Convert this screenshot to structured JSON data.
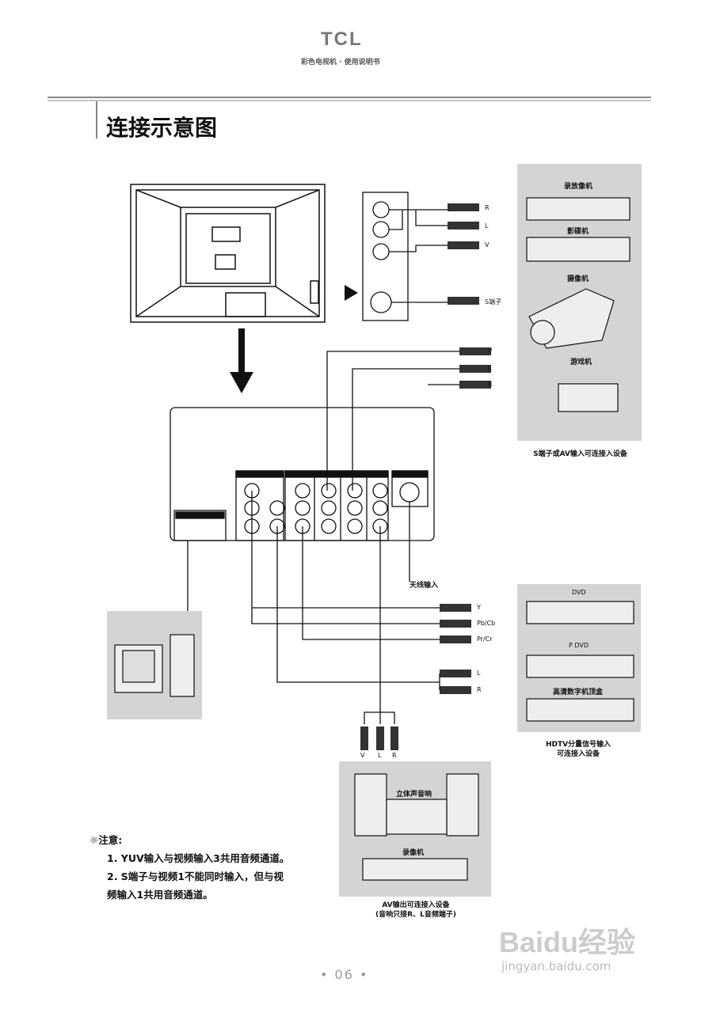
{
  "header": {
    "brand": "TCL",
    "subtitle": "彩色电视机 · 使用说明书"
  },
  "page_title": "连接示意图",
  "side_jacks": {
    "r": "R",
    "l": "L",
    "v": "V",
    "s": "S端子"
  },
  "av_plugs": {
    "v": "V",
    "l": "L",
    "r": "R"
  },
  "antenna_label": "天线输入",
  "component_plugs": {
    "y": "Y",
    "pb": "Pb/Cb",
    "pr": "Pr/Cr",
    "l": "L",
    "r": "R"
  },
  "output_plugs": {
    "v": "V",
    "l": "L",
    "r": "R"
  },
  "group_s_av": {
    "devices": [
      "录放像机",
      "影碟机",
      "摄像机",
      "游戏机"
    ],
    "caption": "S端子或AV输入可连接入设备"
  },
  "group_hdtv": {
    "devices": [
      "DVD",
      "P DVD",
      "高清数字机顶盒"
    ],
    "caption_line1": "HDTV分量信号输入",
    "caption_line2": "可连接入设备"
  },
  "group_av_out": {
    "devices": [
      "立体声音响",
      "录像机"
    ],
    "caption_line1": "AV输出可连接入设备",
    "caption_line2": "(音响只接R、L音频端子)"
  },
  "notes": {
    "heading": "注意:",
    "items": [
      "1. YUV输入与视频输入3共用音频通道。",
      "2. S端子与视频1不能同时输入，但与视",
      "频输入1共用音频通道。"
    ]
  },
  "page_number": "06",
  "watermark": {
    "logo": "Baidu经验",
    "url": "jingyan.baidu.com"
  }
}
